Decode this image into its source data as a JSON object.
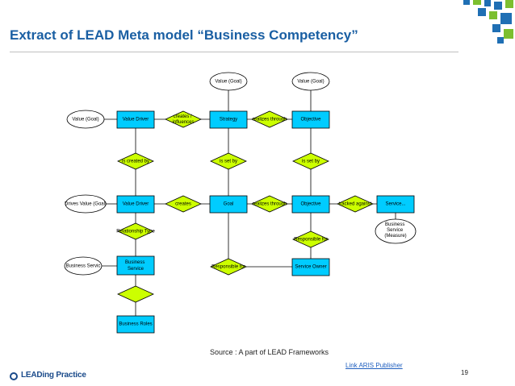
{
  "title": "Extract of LEAD Meta model “Business Competency”",
  "source": "Source : A part of LEAD Frameworks",
  "link": "Link ARIS Publisher",
  "page_number": "19",
  "logo_text": "LEADing Practice",
  "colors": {
    "entity": "#00ccff",
    "relation": "#ccff00",
    "title": "#1a5fa3",
    "corner_green": "#7cbf2f",
    "corner_blue": "#1f6fb4"
  },
  "ellipses": {
    "value_goal_left": "Value (Goal)",
    "value_goal_top_mid": "Value (Goal)",
    "value_goal_top_right": "Value (Goal)",
    "drives_value_goal": "Drives Value (Goal)",
    "business_service_left": "Business Servic",
    "business_service_measure": "Business Service (Measure)"
  },
  "entities": {
    "value_driver_top": "Value Driver",
    "strategy": "Strategy",
    "objective_top": "Objective",
    "value_driver_mid": "Value Driver",
    "goal": "Goal",
    "objective_mid": "Objective",
    "service_right": "Service...",
    "business_service": "Business Service",
    "service_owner": "Service Owner",
    "business_roles": "Business Roles"
  },
  "relations": {
    "creates_influences": "creates / influences",
    "realizes_through_top": "realizes through",
    "is_created_by": "is created by",
    "is_set_by_mid": "is set by",
    "is_set_by_right": "is set by",
    "creates_mid": "creates",
    "realizes_through_mid": "realizes through",
    "tracked_against": "tracked against",
    "relationship_type": "Relationship Type",
    "responsible_for_right": "Responsible for",
    "responsible_for_mid": "Responsible for",
    "blank": ""
  }
}
